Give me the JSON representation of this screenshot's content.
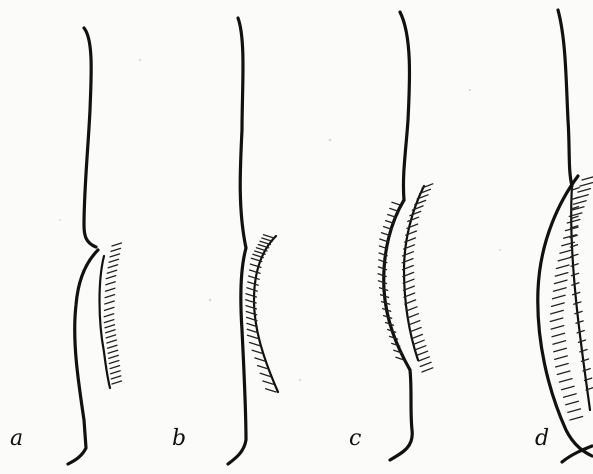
{
  "figure": {
    "panels": [
      {
        "id": "a",
        "label": "a"
      },
      {
        "id": "b",
        "label": "b"
      },
      {
        "id": "c",
        "label": "c"
      },
      {
        "id": "d",
        "label": "d"
      }
    ]
  },
  "colors": {
    "ink": "#111111",
    "paper": "#fbfbfa"
  }
}
